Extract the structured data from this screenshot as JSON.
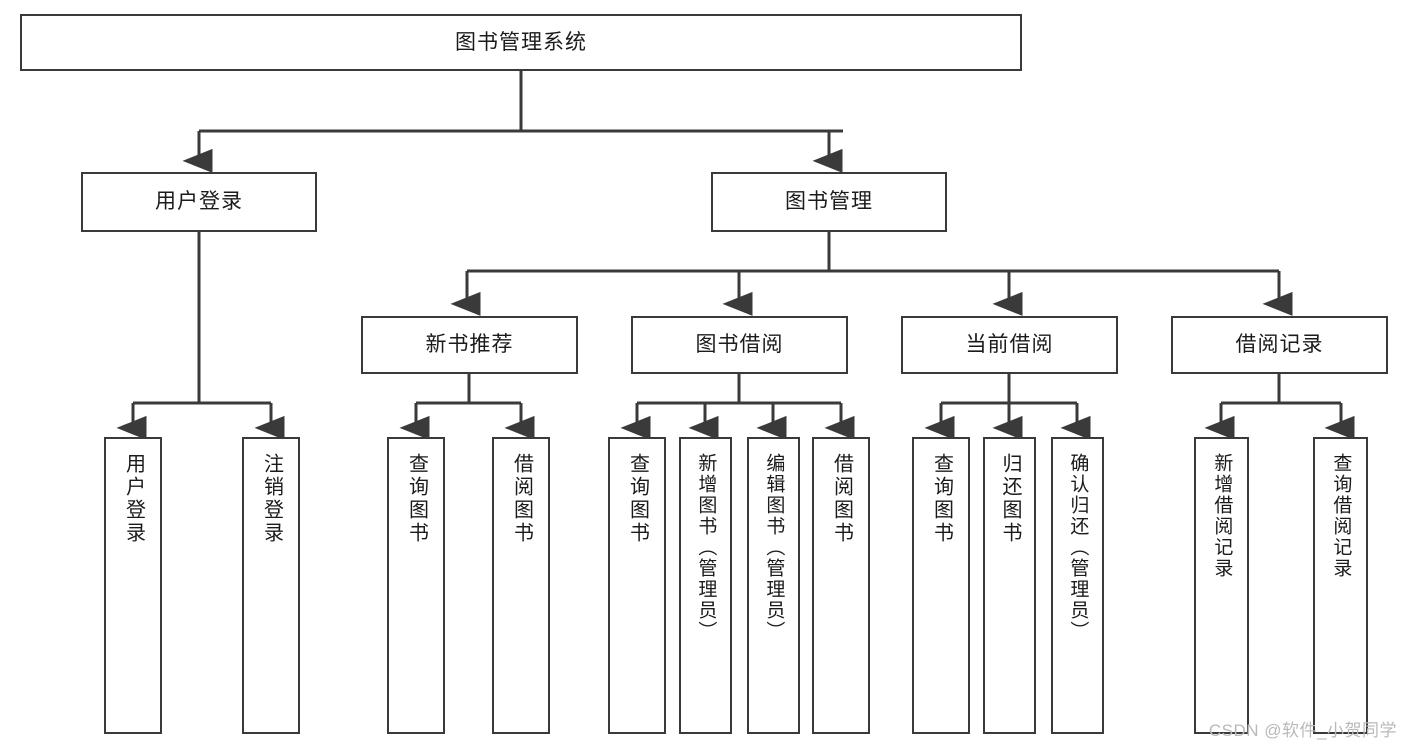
{
  "diagram": {
    "type": "tree",
    "title": "图书管理系统",
    "background_color": "#ffffff",
    "box_border_color": "#3a3a3a",
    "text_color": "#1b1b1b",
    "arrow_color": "#3a3a3a",
    "levels": 4
  },
  "nodes": {
    "root": {
      "label": "图书管理系统"
    },
    "level2": [
      {
        "label": "用户登录"
      },
      {
        "label": "图书管理"
      }
    ],
    "level3": [
      {
        "label": "新书推荐"
      },
      {
        "label": "图书借阅"
      },
      {
        "label": "当前借阅"
      },
      {
        "label": "借阅记录"
      }
    ],
    "leaves": {
      "user_login": [
        {
          "label": "用户登录"
        },
        {
          "label": "注销登录"
        }
      ],
      "new_book_recommend": [
        {
          "label": "查询图书"
        },
        {
          "label": "借阅图书"
        }
      ],
      "book_borrow": [
        {
          "label": "查询图书"
        },
        {
          "label": "新增图书（管理员）"
        },
        {
          "label": "编辑图书（管理员）"
        },
        {
          "label": "借阅图书"
        }
      ],
      "current_borrow": [
        {
          "label": "查询图书"
        },
        {
          "label": "归还图书"
        },
        {
          "label": "确认归还（管理员）"
        }
      ],
      "borrow_record": [
        {
          "label": "新增借阅记录"
        },
        {
          "label": "查询借阅记录"
        }
      ]
    }
  },
  "watermark": {
    "text": "CSDN @软件_小贺同学"
  }
}
